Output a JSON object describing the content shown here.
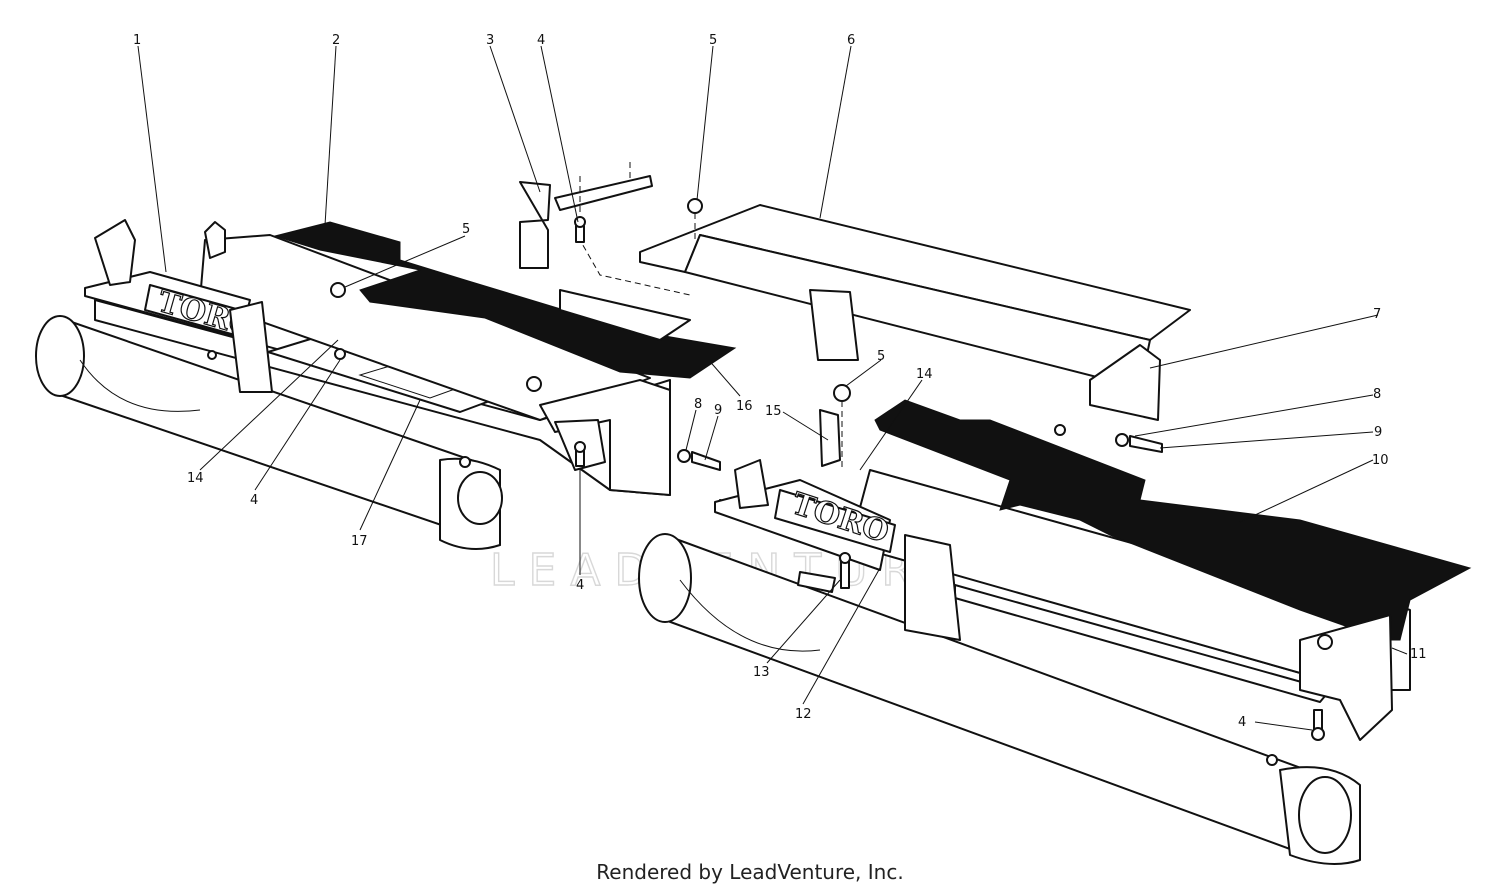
{
  "callouts": {
    "c1": "1",
    "c2": "2",
    "c3": "3",
    "c4a": "4",
    "c5a": "5",
    "c6": "6",
    "c5b": "5",
    "c7": "7",
    "c8a": "8",
    "c9a": "9",
    "c8b": "8",
    "c9b": "9",
    "c10": "10",
    "c14a": "14",
    "c4b": "4",
    "c16": "16",
    "c17": "17",
    "c4c": "4",
    "c15": "15",
    "c14b": "14",
    "c5c": "5",
    "c13": "13",
    "c12": "12",
    "c11": "11",
    "c4d": "4"
  },
  "decal_text": {
    "left": "TORO",
    "right": "TORO"
  },
  "watermark": "LEADVENTURE",
  "footer": "Rendered by LeadVenture, Inc."
}
